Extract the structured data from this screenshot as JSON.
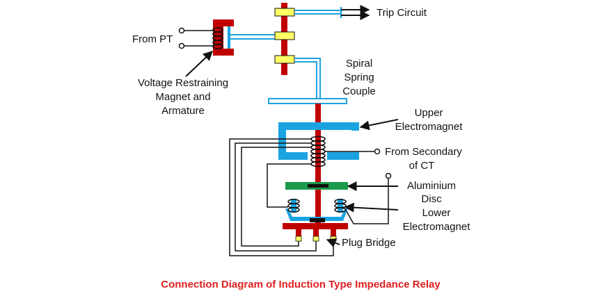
{
  "labels": {
    "trip_circuit": "Trip Circuit",
    "from_pt": "From PT",
    "voltage_restraining_1": "Voltage Restraining",
    "voltage_restraining_2": "Magnet and",
    "voltage_restraining_3": "Armature",
    "spiral_1": "Spiral",
    "spiral_2": "Spring",
    "spiral_3": "Couple",
    "upper_1": "Upper",
    "upper_2": "Electromagnet",
    "from_ct_1": "From Secondary",
    "from_ct_2": "of CT",
    "disc_1": "Aluminium",
    "disc_2": "Disc",
    "lower_1": "Lower",
    "lower_2": "Electromagnet",
    "plug_bridge": "Plug Bridge"
  },
  "caption": "Connection Diagram of Induction Type Impedance Relay",
  "colors": {
    "shaft": "#c00000",
    "magnet": "#1aa3e0",
    "disc": "#1a9a4a",
    "contact": "#ffff66",
    "caption": "#e02020",
    "wire": "#111111"
  }
}
